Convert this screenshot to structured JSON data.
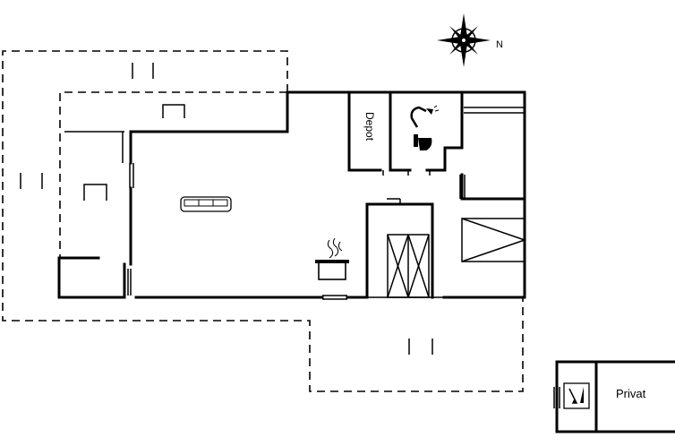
{
  "compass": {
    "north_label": "N",
    "icon": "compass-rose-icon"
  },
  "rooms": {
    "depot": {
      "label": "Depot"
    },
    "annex": {
      "label": "Privat"
    }
  },
  "icons": {
    "sofa": "sofa-icon",
    "shower": "shower-icon",
    "toilet": "toilet-icon",
    "stove": "cooking-pot-icon",
    "bottles": "bottles-icon"
  }
}
